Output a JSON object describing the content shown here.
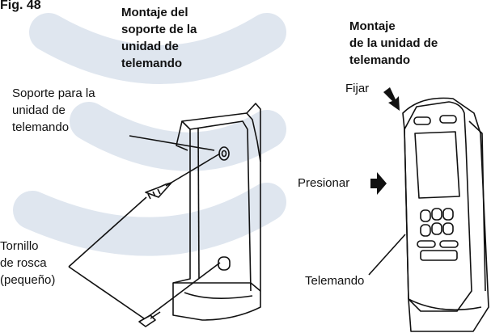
{
  "figure_label": "Fig. 48",
  "left_heading": [
    "Montaje del",
    "soporte de la",
    "unidad de",
    "telemando"
  ],
  "right_heading": [
    "Montaje",
    "de la unidad de",
    "telemando"
  ],
  "holder_label": [
    "Soporte para la",
    "unidad de",
    "telemando"
  ],
  "screw_label": [
    "Tornillo",
    "de rosca",
    "(pequeño)"
  ],
  "fix_label": "Fijar",
  "press_label": "Presionar",
  "remote_label": "Telemando",
  "colors": {
    "watermark": "#dfe6ef",
    "line": "#111111"
  }
}
